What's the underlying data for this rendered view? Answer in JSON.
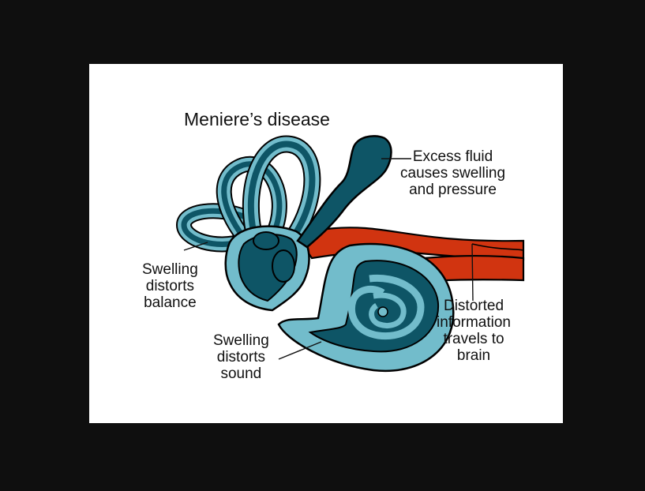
{
  "diagram": {
    "title": "Meniere’s disease",
    "labels": {
      "excess_fluid": [
        "Excess fluid",
        "causes swelling",
        "and pressure"
      ],
      "balance": [
        "Swelling",
        "distorts",
        "balance"
      ],
      "sound": [
        "Swelling",
        "distorts",
        "sound"
      ],
      "brain": [
        "Distorted",
        "information",
        "travels to",
        "brain"
      ]
    },
    "structures": [
      "semicircular-canals",
      "endolymphatic-sac",
      "vestibule",
      "cochlea",
      "auditory-nerve"
    ]
  },
  "colors": {
    "background": "#0f0f0f",
    "panel": "#ffffff",
    "inner_fluid": "#0e5566",
    "outer_membrane": "#72bccb",
    "nerve": "#d13410",
    "outline": "#000000"
  }
}
